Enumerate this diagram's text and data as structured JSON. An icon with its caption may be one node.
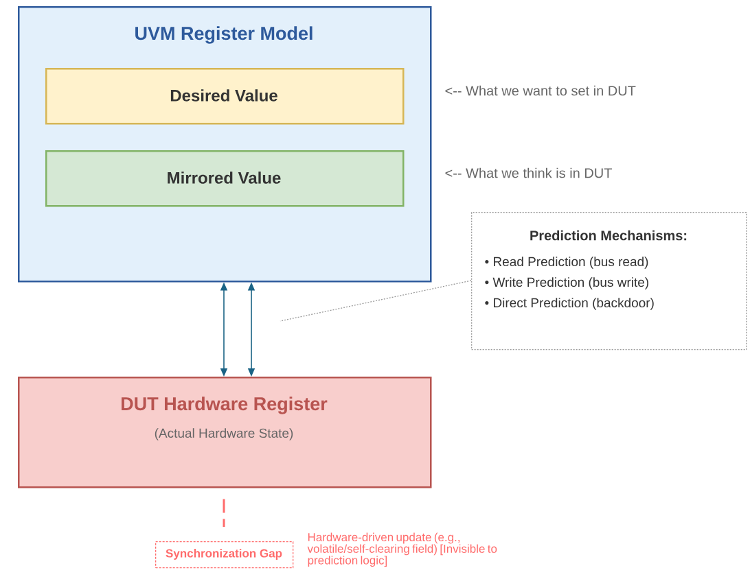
{
  "diagram": {
    "nodes": [
      {
        "text": [
          "UVM Register Model"
        ]
      },
      {
        "text": [
          "Desired Value"
        ],
        "in": 0
      },
      {
        "text": [
          "Mirrored Value"
        ],
        "in": 0
      },
      {
        "text": [
          "Prediction Mechanisms:",
          "• Read Prediction (bus read)",
          "• Write Prediction (bus write)",
          "• Direct Prediction (backdoor)"
        ]
      },
      {
        "text": [
          "DUT Hardware Register",
          "(Actual Hardware State)"
        ]
      },
      {
        "text": [
          "Synchronization Gap"
        ],
        "beside": [
          "Hardware-driven update (e.g., volatile/self-clearing field) [Invisible to prediction logic]"
        ]
      }
    ],
    "edges": [
      {
        "from": 0,
        "to": 4,
        "arrow": "both"
      },
      {
        "from": 0,
        "to": 4,
        "arrow": "both"
      },
      {
        "from": 3,
        "to": null,
        "arrow": "none",
        "style": "dashed",
        "color": "#999999"
      },
      {
        "from": 4,
        "to": 5,
        "arrow": "none",
        "style": "dashed",
        "color": "#ff6b6b"
      }
    ],
    "labels": [
      "<-- What we want to set in DUT",
      "<-- What we think is in DUT"
    ]
  }
}
